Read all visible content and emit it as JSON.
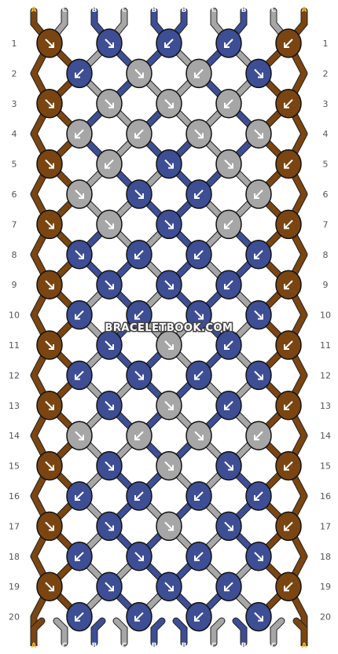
{
  "colors": {
    "A": "#7a4510",
    "B": "#3d4e95",
    "C": "#a6a6a6"
  },
  "strand_labels_top": [
    "A",
    "C",
    "B",
    "C",
    "B",
    "B",
    "C",
    "B",
    "C",
    "A"
  ],
  "strand_labels_bottom": [
    "A",
    "C",
    "B",
    "C",
    "B",
    "B",
    "C",
    "B",
    "C",
    "A"
  ],
  "row_numbers": [
    "1",
    "2",
    "3",
    "4",
    "5",
    "6",
    "7",
    "8",
    "9",
    "10",
    "11",
    "12",
    "13",
    "14",
    "15",
    "16",
    "17",
    "18",
    "19",
    "20"
  ],
  "watermark": "BRACELETBOOK.COM",
  "knots": [
    [
      {
        "c": "A",
        "d": "dr"
      },
      {
        "c": "B",
        "d": "dr"
      },
      {
        "c": "B",
        "d": "dl"
      },
      {
        "c": "B",
        "d": "dl"
      },
      {
        "c": "A",
        "d": "dl"
      }
    ],
    [
      {
        "c": "B",
        "d": "dl"
      },
      {
        "c": "C",
        "d": "dr"
      },
      {
        "c": "C",
        "d": "dl"
      },
      {
        "c": "B",
        "d": "dr"
      }
    ],
    [
      {
        "c": "A",
        "d": "dr"
      },
      {
        "c": "C",
        "d": "dr"
      },
      {
        "c": "C",
        "d": "dr"
      },
      {
        "c": "C",
        "d": "dl"
      },
      {
        "c": "A",
        "d": "dl"
      }
    ],
    [
      {
        "c": "C",
        "d": "dl"
      },
      {
        "c": "C",
        "d": "dl"
      },
      {
        "c": "C",
        "d": "dr"
      },
      {
        "c": "C",
        "d": "dr"
      }
    ],
    [
      {
        "c": "A",
        "d": "dr"
      },
      {
        "c": "C",
        "d": "dl"
      },
      {
        "c": "B",
        "d": "dr"
      },
      {
        "c": "C",
        "d": "dr"
      },
      {
        "c": "A",
        "d": "dl"
      }
    ],
    [
      {
        "c": "C",
        "d": "dr"
      },
      {
        "c": "B",
        "d": "dr"
      },
      {
        "c": "B",
        "d": "dl"
      },
      {
        "c": "C",
        "d": "dl"
      }
    ],
    [
      {
        "c": "A",
        "d": "dr"
      },
      {
        "c": "C",
        "d": "dr"
      },
      {
        "c": "B",
        "d": "dr"
      },
      {
        "c": "C",
        "d": "dl"
      },
      {
        "c": "A",
        "d": "dl"
      }
    ],
    [
      {
        "c": "B",
        "d": "dr"
      },
      {
        "c": "B",
        "d": "dl"
      },
      {
        "c": "B",
        "d": "dl"
      },
      {
        "c": "B",
        "d": "dl"
      }
    ],
    [
      {
        "c": "A",
        "d": "dr"
      },
      {
        "c": "B",
        "d": "dr"
      },
      {
        "c": "B",
        "d": "dr"
      },
      {
        "c": "B",
        "d": "dl"
      },
      {
        "c": "A",
        "d": "dl"
      }
    ],
    [
      {
        "c": "B",
        "d": "dl"
      },
      {
        "c": "B",
        "d": "dl"
      },
      {
        "c": "B",
        "d": "dr"
      },
      {
        "c": "B",
        "d": "dr"
      }
    ],
    [
      {
        "c": "A",
        "d": "dr"
      },
      {
        "c": "B",
        "d": "dr"
      },
      {
        "c": "C",
        "d": "dr"
      },
      {
        "c": "B",
        "d": "dl"
      },
      {
        "c": "A",
        "d": "dl"
      }
    ],
    [
      {
        "c": "B",
        "d": "dl"
      },
      {
        "c": "B",
        "d": "dr"
      },
      {
        "c": "B",
        "d": "dl"
      },
      {
        "c": "B",
        "d": "dr"
      }
    ],
    [
      {
        "c": "A",
        "d": "dr"
      },
      {
        "c": "B",
        "d": "dr"
      },
      {
        "c": "C",
        "d": "dr"
      },
      {
        "c": "B",
        "d": "dl"
      },
      {
        "c": "A",
        "d": "dl"
      }
    ],
    [
      {
        "c": "C",
        "d": "dr"
      },
      {
        "c": "C",
        "d": "dl"
      },
      {
        "c": "C",
        "d": "dr"
      },
      {
        "c": "C",
        "d": "dl"
      }
    ],
    [
      {
        "c": "A",
        "d": "dr"
      },
      {
        "c": "B",
        "d": "dr"
      },
      {
        "c": "C",
        "d": "dr"
      },
      {
        "c": "B",
        "d": "dr"
      },
      {
        "c": "A",
        "d": "dl"
      }
    ],
    [
      {
        "c": "B",
        "d": "dl"
      },
      {
        "c": "B",
        "d": "dl"
      },
      {
        "c": "B",
        "d": "dl"
      },
      {
        "c": "B",
        "d": "dl"
      }
    ],
    [
      {
        "c": "A",
        "d": "dr"
      },
      {
        "c": "B",
        "d": "dr"
      },
      {
        "c": "C",
        "d": "dr"
      },
      {
        "c": "B",
        "d": "dr"
      },
      {
        "c": "A",
        "d": "dl"
      }
    ],
    [
      {
        "c": "B",
        "d": "dl"
      },
      {
        "c": "B",
        "d": "dr"
      },
      {
        "c": "B",
        "d": "dl"
      },
      {
        "c": "B",
        "d": "dr"
      }
    ],
    [
      {
        "c": "A",
        "d": "dr"
      },
      {
        "c": "B",
        "d": "dr"
      },
      {
        "c": "B",
        "d": "dr"
      },
      {
        "c": "B",
        "d": "dl"
      },
      {
        "c": "A",
        "d": "dl"
      }
    ],
    [
      {
        "c": "B",
        "d": "dl"
      },
      {
        "c": "B",
        "d": "dl"
      },
      {
        "c": "B",
        "d": "dl"
      },
      {
        "c": "B",
        "d": "dr"
      }
    ]
  ]
}
